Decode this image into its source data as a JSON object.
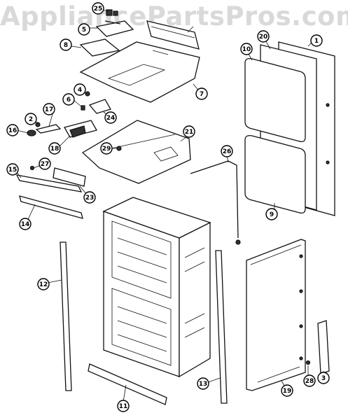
{
  "watermark": "AppliancePartsPros.com",
  "part_numbers": [
    "1",
    "2",
    "3",
    "4",
    "5",
    "6",
    "7",
    "8",
    "9",
    "10",
    "11",
    "12",
    "13",
    "14",
    "15",
    "16",
    "17",
    "18",
    "19",
    "20",
    "21",
    "23",
    "24",
    "25",
    "26",
    "27",
    "28",
    "29"
  ]
}
